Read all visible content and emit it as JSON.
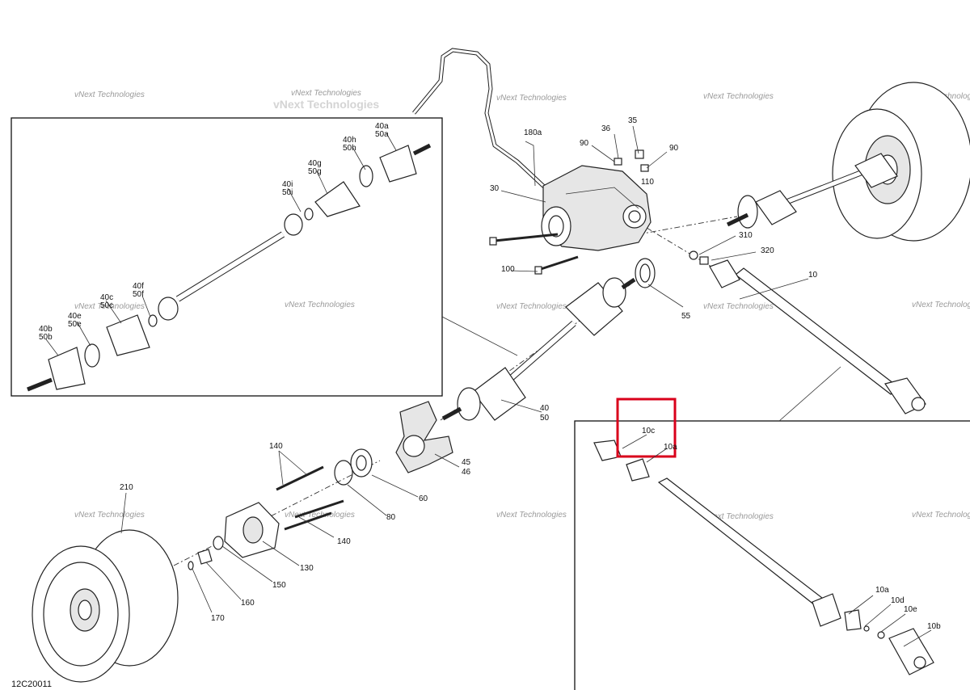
{
  "diagram_ref": "12C20011",
  "watermark_text": "vNext Technologies",
  "accent_colors": {
    "highlight_box": "#d9001b",
    "linework": "#222222",
    "watermark": "#9a9a9a"
  },
  "callouts": {
    "c_180a": "180a",
    "c_35": "35",
    "c_36": "36",
    "c_90a": "90",
    "c_90b": "90",
    "c_110": "110",
    "c_30": "30",
    "c_100": "100",
    "c_310": "310",
    "c_320": "320",
    "c_10": "10",
    "c_55": "55",
    "c_40": "40",
    "c_50": "50",
    "c_45": "45",
    "c_46": "46",
    "c_60": "60",
    "c_80": "80",
    "c_140a": "140",
    "c_140b": "140",
    "c_130": "130",
    "c_150": "150",
    "c_160": "160",
    "c_170": "170",
    "c_210": "210",
    "d_10c": "10c",
    "d_10a_top": "10a",
    "d_10a": "10a",
    "d_10d": "10d",
    "d_10e": "10e",
    "d_10b": "10b"
  },
  "inset_callouts": [
    [
      "40a",
      "50a"
    ],
    [
      "40h",
      "50h"
    ],
    [
      "40g",
      "50g"
    ],
    [
      "40i",
      "50i"
    ],
    [
      "40f",
      "50f"
    ],
    [
      "40c",
      "50c"
    ],
    [
      "40e",
      "50e"
    ],
    [
      "40b",
      "50b"
    ]
  ]
}
